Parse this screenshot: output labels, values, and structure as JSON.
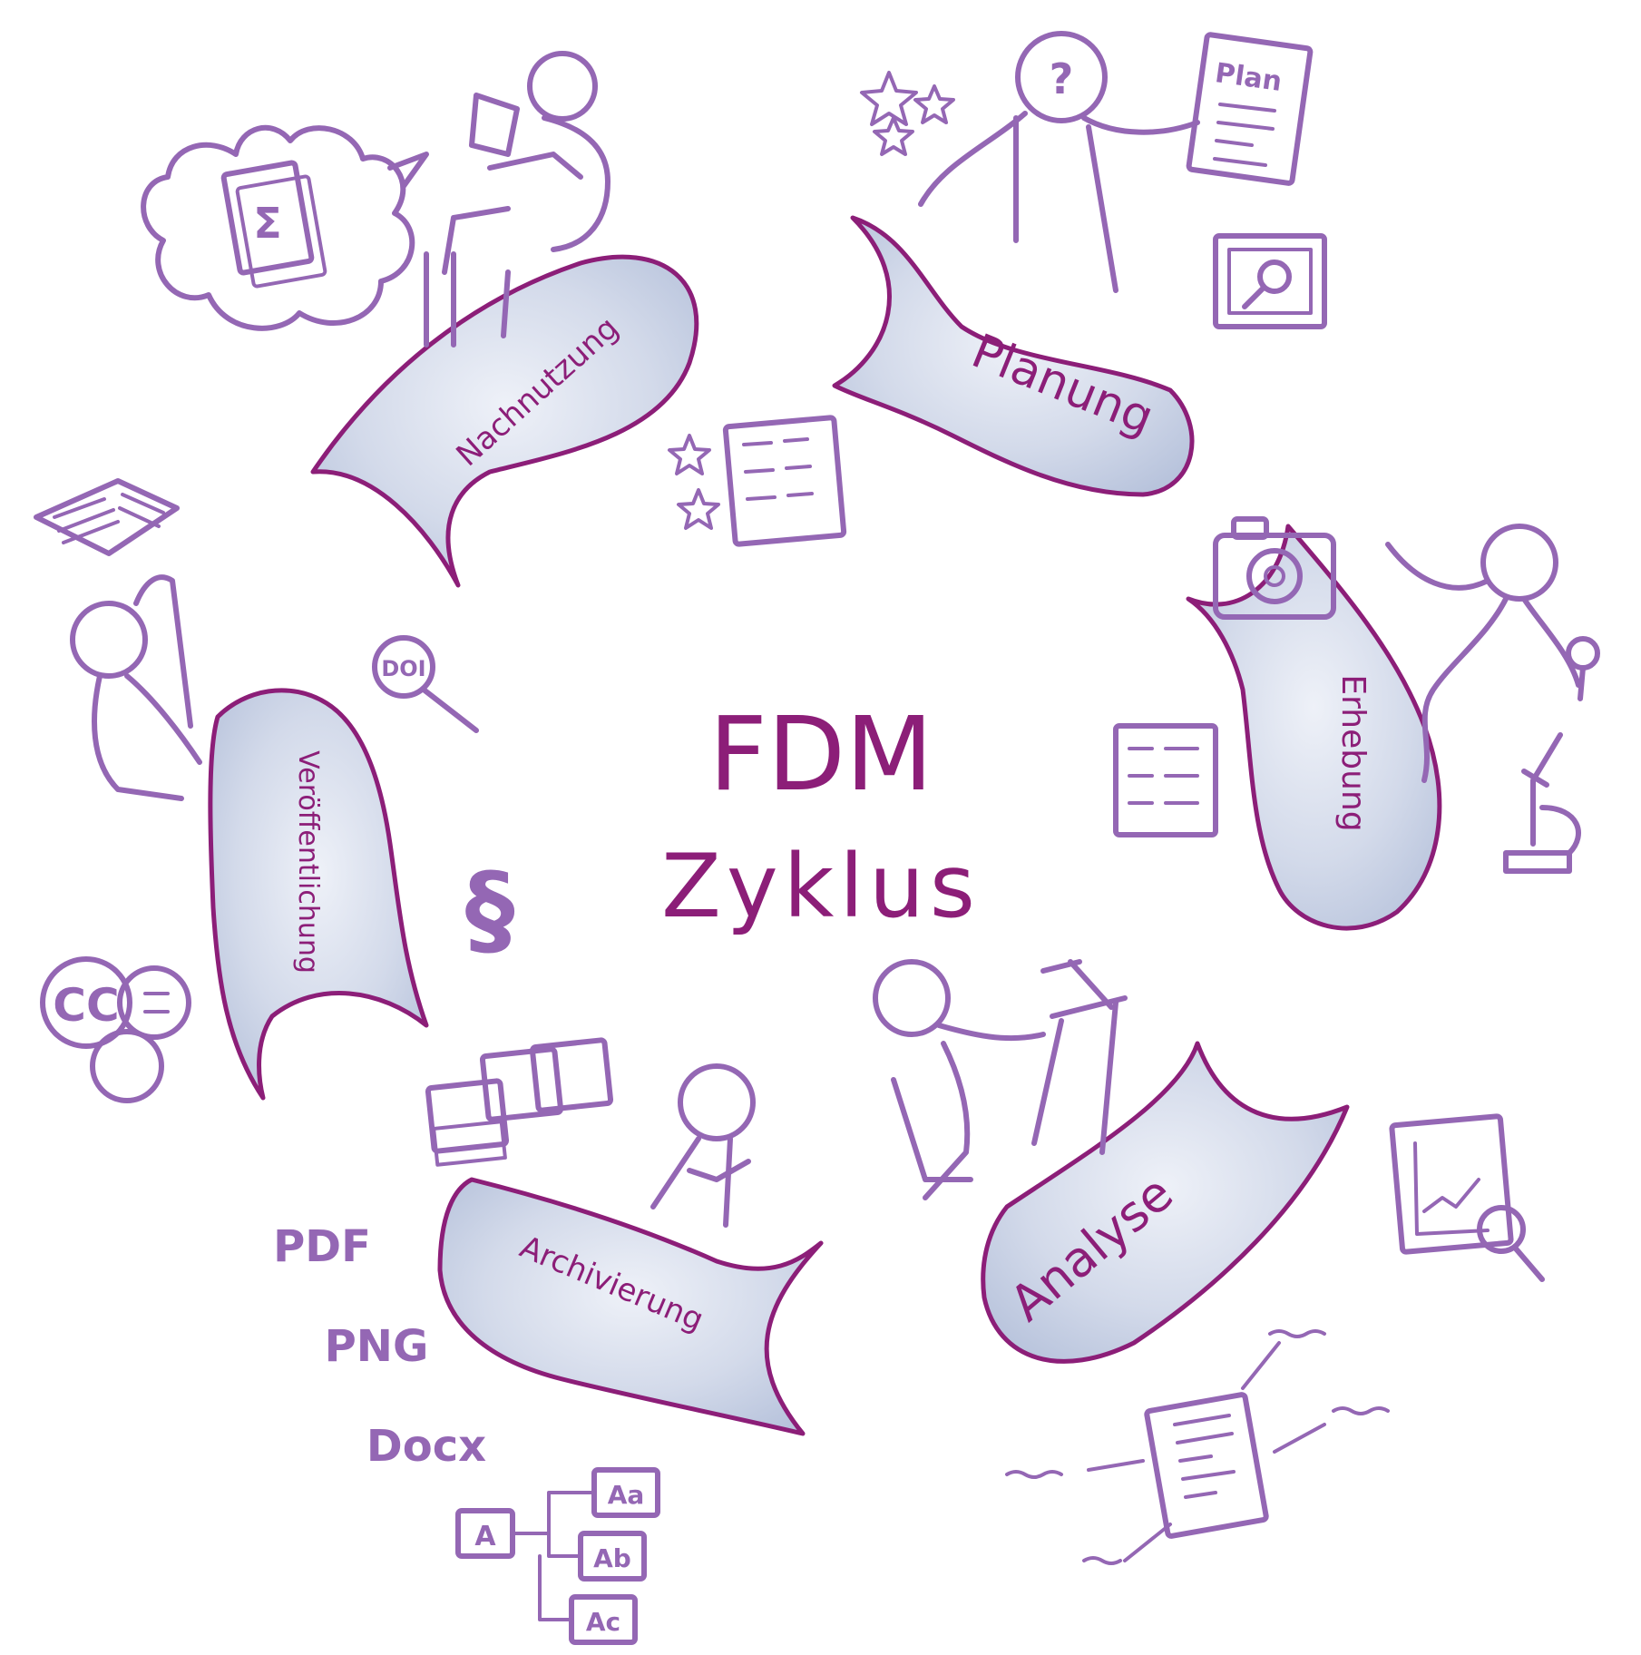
{
  "title": {
    "line1": "FDM",
    "line2": "Zyklus"
  },
  "stages": [
    {
      "id": "planung",
      "label": "Planung"
    },
    {
      "id": "erhebung",
      "label": "Erhebung"
    },
    {
      "id": "analyse",
      "label": "Analyse"
    },
    {
      "id": "archivierung",
      "label": "Archivierung"
    },
    {
      "id": "veroeffentlichung",
      "label": "Veröffentlichung"
    },
    {
      "id": "nachnutzung",
      "label": "Nachnutzung"
    }
  ],
  "icon_labels": {
    "plan_sheet": "Plan",
    "question": "?",
    "doi": "DOI",
    "sum": "Σ",
    "cc": "CC",
    "paragraph": "§"
  },
  "formats": [
    "PDF",
    "PNG",
    "Docx"
  ],
  "folders": [
    "A",
    "Aa",
    "Ab",
    "Ac"
  ],
  "colors": {
    "banner_outline": "#8c1e78",
    "sketch_ink": "#9467b4",
    "banner_fill": "#cfd6e8"
  }
}
